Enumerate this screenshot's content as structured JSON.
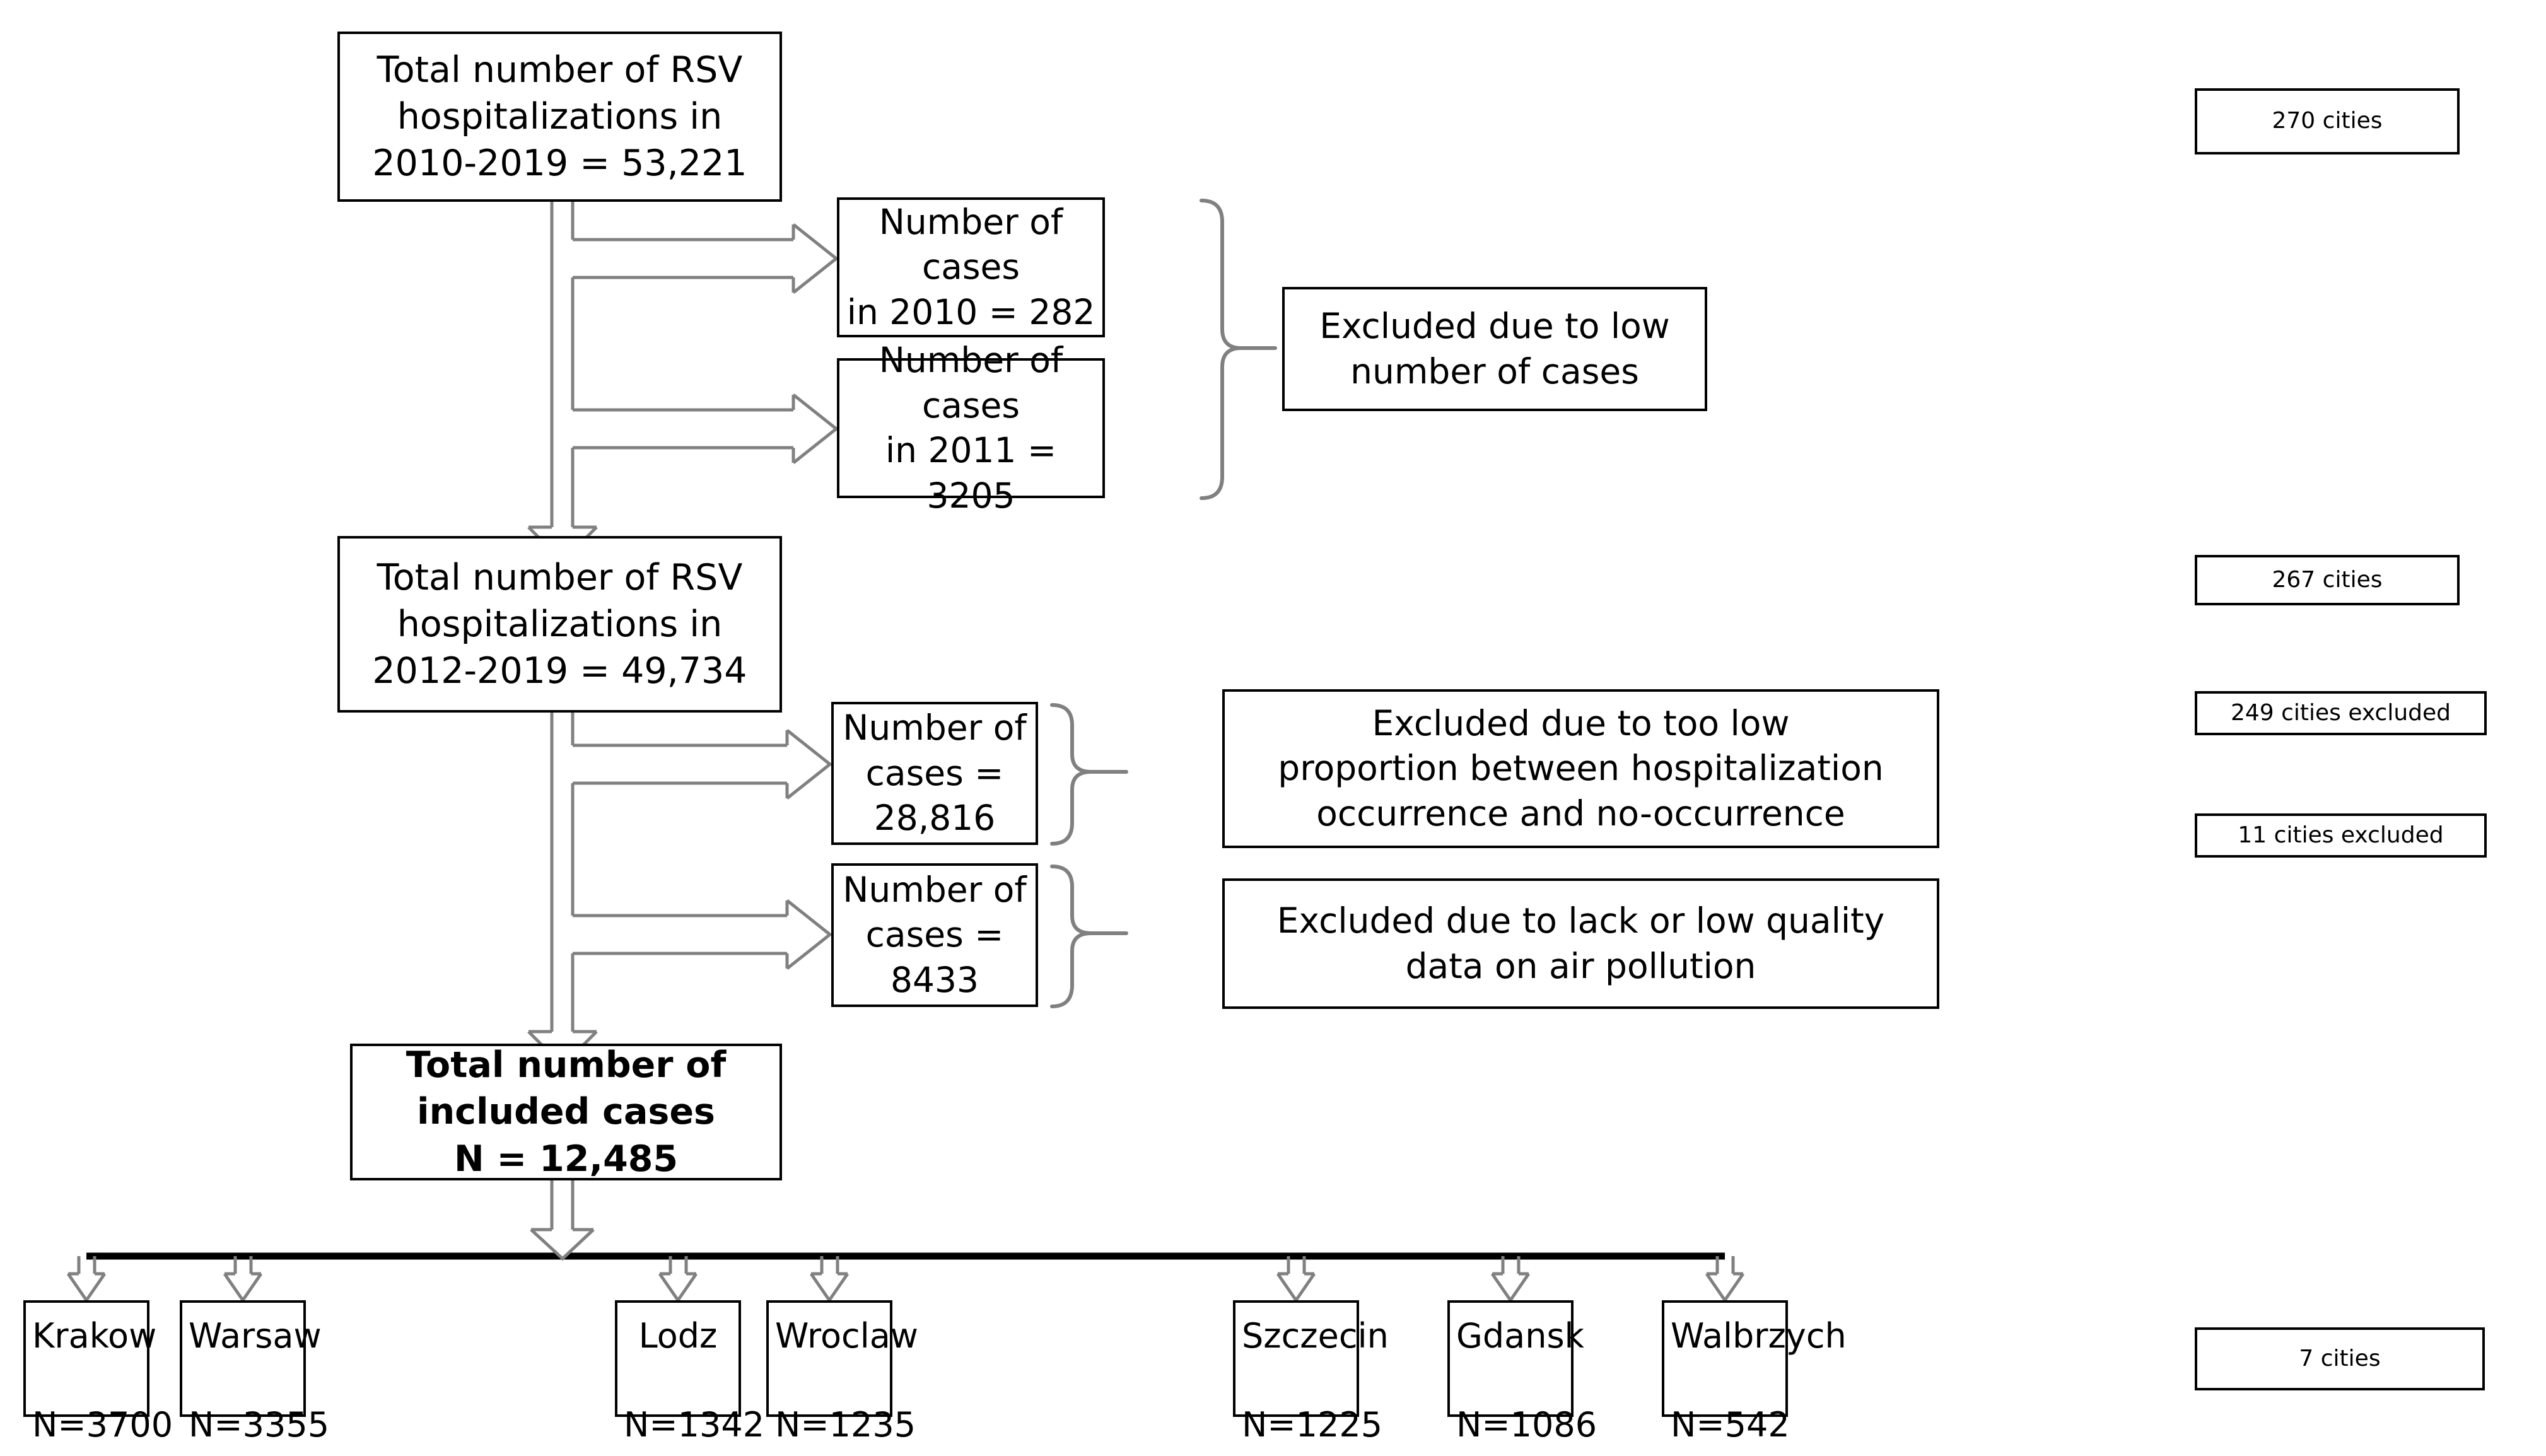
{
  "diagram": {
    "title": "RSV hospitalization study flow diagram",
    "colors": {
      "box_border": "#000000",
      "background": "#ffffff",
      "arrow_fill": "#ffffff",
      "arrow_stroke": "#7f7f7f",
      "bracket_stroke": "#808080",
      "text": "#000000"
    },
    "main_flow": [
      {
        "id": "total-2010-2019",
        "text": "Total number of RSV\nhospitalizations in\n2010-2019 = 53,221",
        "bold": false
      },
      {
        "id": "total-2012-2019",
        "text": "Total number of RSV\nhospitalizations in\n2012-2019 = 49,734",
        "bold": false
      },
      {
        "id": "included-cases",
        "text": "Total number of\nincluded cases\nN = 12,485",
        "bold": true
      }
    ],
    "exclusion_branches": [
      {
        "id": "cases-2010",
        "count_text": "Number of cases\nin 2010 = 282",
        "reason_id": "low-number-of-cases",
        "reason_text": "Excluded due to low\nnumber of cases"
      },
      {
        "id": "cases-2011",
        "count_text": "Number of cases\nin 2011 = 3205",
        "reason_id": "low-number-of-cases",
        "reason_text": "Excluded due to low\nnumber of cases"
      },
      {
        "id": "cases-28816",
        "count_text": "Number of\ncases = 28,816",
        "reason_id": "low-proportion",
        "reason_text": "Excluded due to too low\nproportion between hospitalization\noccurrence and no-occurrence"
      },
      {
        "id": "cases-8433",
        "count_text": "Number of\ncases = 8433",
        "reason_id": "air-pollution-data",
        "reason_text": "Excluded due to lack or low quality\ndata on air pollution"
      }
    ],
    "side_labels": [
      {
        "id": "cities-270",
        "text": "270 cities"
      },
      {
        "id": "cities-267",
        "text": "267 cities"
      },
      {
        "id": "cities-249-excluded",
        "text": "249 cities excluded"
      },
      {
        "id": "cities-11-excluded",
        "text": "11 cities excluded"
      },
      {
        "id": "cities-7",
        "text": "7 cities"
      }
    ],
    "cities": [
      {
        "id": "krakow",
        "name": "Krakow",
        "n_label": "N=3700"
      },
      {
        "id": "warsaw",
        "name": "Warsaw",
        "n_label": "N=3355"
      },
      {
        "id": "lodz",
        "name": "Lodz",
        "n_label": "N=1342"
      },
      {
        "id": "wroclaw",
        "name": "Wroclaw",
        "n_label": "N=1235"
      },
      {
        "id": "szczecin",
        "name": "Szczecin",
        "n_label": "N=1225"
      },
      {
        "id": "gdansk",
        "name": "Gdansk",
        "n_label": "N=1086"
      },
      {
        "id": "walbrzych",
        "name": "Walbrzych",
        "n_label": "N=542"
      }
    ]
  }
}
